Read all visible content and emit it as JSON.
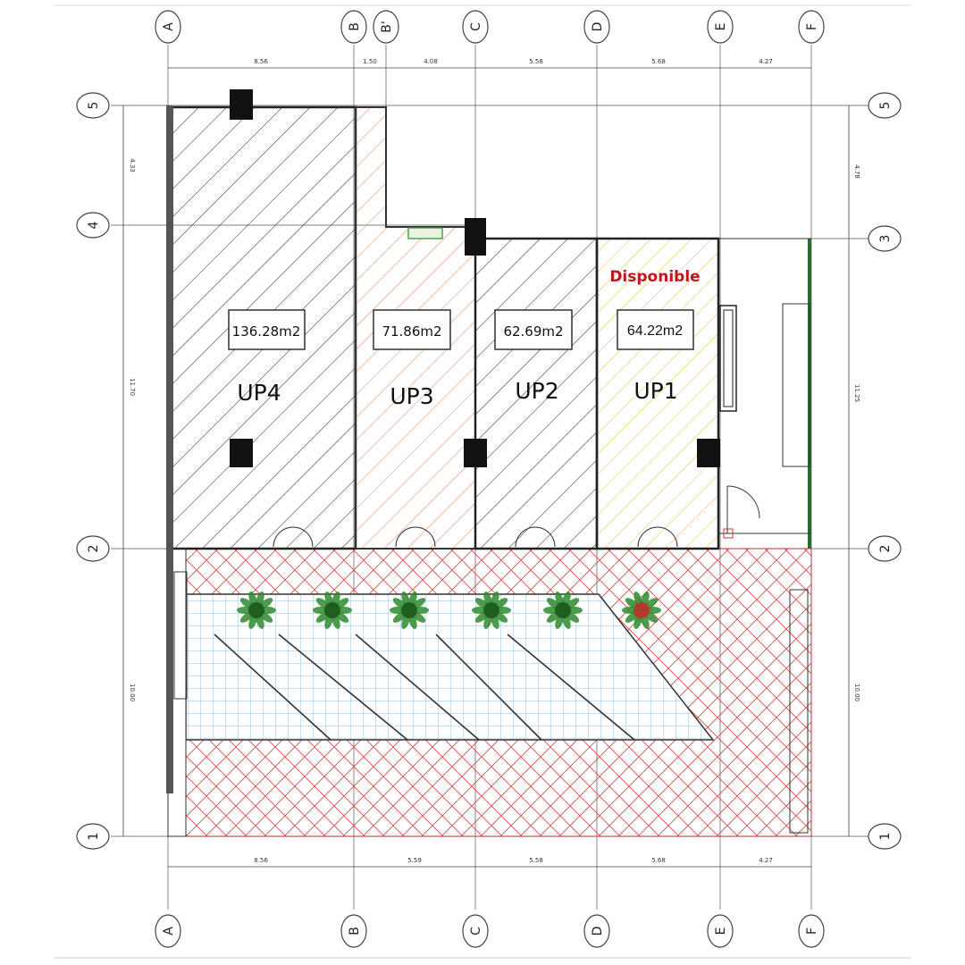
{
  "colors": {
    "dark_hatch": "#333333",
    "orange_hatch": "#f08a5a",
    "yellow_hatch": "#e8c12a",
    "red_crosshatch": "#d84b4b",
    "tile_blue": "#8fc3e8",
    "available_text": "#c0161c",
    "tree_green": "#2e8b2e"
  },
  "grid": {
    "columns_top": [
      "A",
      "B",
      "B'",
      "C",
      "D",
      "E",
      "F"
    ],
    "columns_bottom": [
      "A",
      "B",
      "C",
      "D",
      "E",
      "F"
    ],
    "rows_left": [
      "5",
      "4",
      "2",
      "1"
    ],
    "rows_right": [
      "5",
      "3",
      "2",
      "1"
    ]
  },
  "dimensions": {
    "top": [
      "8.56",
      "1.50",
      "4.08",
      "5.58",
      "5.68",
      "4.27"
    ],
    "bottom": [
      "8.56",
      "5.59",
      "5.58",
      "5.68",
      "4.27"
    ],
    "left": [
      "4.33",
      "11.70",
      "10.00"
    ],
    "right": [
      "4.78",
      "11.25",
      "10.00"
    ]
  },
  "units": [
    {
      "name": "UP4",
      "area": "136.28m2",
      "hatch": "dark"
    },
    {
      "name": "UP3",
      "area": "71.86m2",
      "hatch": "orange"
    },
    {
      "name": "UP2",
      "area": "62.69m2",
      "hatch": "dark"
    },
    {
      "name": "UP1",
      "area": "64.22m2",
      "hatch": "yellow",
      "status": "Disponible"
    }
  ],
  "trees": [
    {
      "id": "tree-1",
      "icon": "tree-icon"
    },
    {
      "id": "tree-2",
      "icon": "tree-icon"
    },
    {
      "id": "tree-3",
      "icon": "tree-icon"
    },
    {
      "id": "tree-4",
      "icon": "tree-icon"
    },
    {
      "id": "tree-5",
      "icon": "tree-icon"
    },
    {
      "id": "tree-6",
      "icon": "tree-icon",
      "variant": "red"
    }
  ]
}
